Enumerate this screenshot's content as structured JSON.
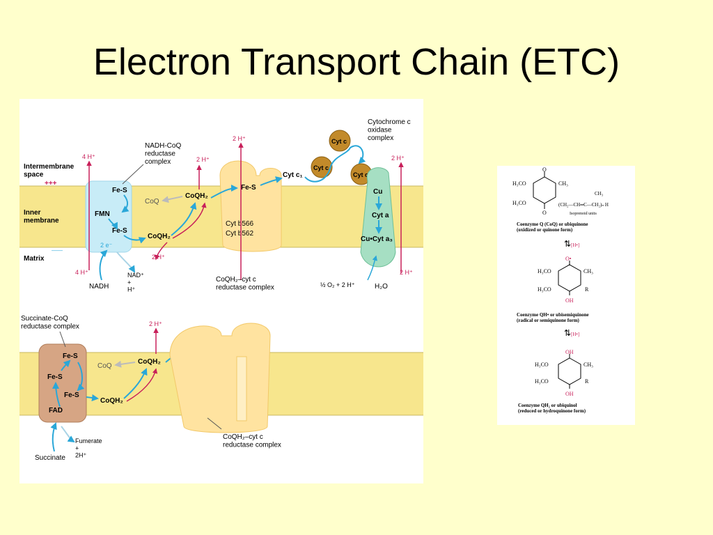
{
  "slide": {
    "title": "Electron Transport Chain (ETC)"
  },
  "colors": {
    "background": "#ffffcc",
    "membrane": "#f7e68d",
    "proton_arrow": "#c8205a",
    "electron_arrow": "#2aa7d8"
  },
  "main_figure": {
    "regions": {
      "intermembrane": "Intermembrane\nspace",
      "intermembrane_charge": "+++",
      "inner": "Inner\nmembrane",
      "matrix": "Matrix",
      "matrix_charge": "——"
    },
    "complex1": {
      "name": "NADH-CoQ\nreductase\ncomplex",
      "fes_top": "Fe-S",
      "fmn": "FMN",
      "fes_bottom": "Fe-S",
      "two_e": "2 e⁻",
      "nadh": "NADH",
      "nad": "NAD⁺\n+\nH⁺",
      "h_out": "4 H⁺",
      "h_in": "4 H⁺"
    },
    "q_cycle_top": {
      "coq": "CoQ",
      "coqh2_upper": "CoQH₂",
      "coqh2_lower": "CoQH₂",
      "h_out": "2 H⁺",
      "h_in": "2 H⁺"
    },
    "complex3": {
      "fes": "Fe-S",
      "cyt_b566": "Cyt b566",
      "cyt_b562": "Cyt b562",
      "cyt_c1": "Cyt c₁",
      "name": "CoQH₂–cyt c\nreductase complex",
      "h_out": "2 H⁺"
    },
    "cyt_c": {
      "label": "Cyt c"
    },
    "complex4": {
      "name": "Cytochrome c\noxidase\ncomplex",
      "cu": "Cu",
      "cyt_a": "Cyt a",
      "cu_cyt_a3": "Cu•Cyt a₃",
      "h_out": "2 H⁺",
      "h_in": "2 H⁺",
      "oxygen": "½ O₂ + 2 H⁺",
      "water": "H₂O"
    },
    "complex2": {
      "name": "Succinate-CoQ\nreductase complex",
      "fes_top": "Fe-S",
      "fes_mid": "Fe-S",
      "fes_low": "Fe-S",
      "fad": "FAD",
      "succinate": "Succinate",
      "fumerate": "Fumerate\n+\n2H⁺"
    },
    "q_cycle_bottom": {
      "coq": "CoQ",
      "coqh2_upper": "CoQH₂",
      "coqh2_lower": "CoQH₂",
      "h_out": "2 H⁺"
    },
    "complex3_bottom": {
      "name": "CoQH₂–cyt c\nreductase complex"
    }
  },
  "coq_figure": {
    "quinone": {
      "caption": "Coenzyme Q (CoQ) or ubiquinone\n(oxidized or quinone form)",
      "group1": "H₃CO",
      "group2": "H₃CO",
      "methyl": "CH₃",
      "o_top": "O",
      "o_bottom": "O",
      "chain": "(CH₂—CH═C—CH₂)ₙ H",
      "chain_methyl": "CH₃",
      "isoprenoid": "Isoprenoid units"
    },
    "step1": "[H•]",
    "semiquinone": {
      "caption": "Coenzyme QH• or ubisemiquinone\n(radical or semiquinone form)",
      "o_top": "O•",
      "oh_bottom": "OH",
      "r": "R",
      "group1": "H₃CO",
      "group2": "H₃CO",
      "methyl": "CH₃"
    },
    "step2": "[H•]",
    "quinol": {
      "caption": "Coenzyme QH₂ or ubiquinol\n(reduced or hydroquinone form)",
      "oh_top": "OH",
      "oh_bottom": "OH",
      "r": "R",
      "group1": "H₃CO",
      "group2": "H₃CO",
      "methyl": "CH₃"
    }
  }
}
